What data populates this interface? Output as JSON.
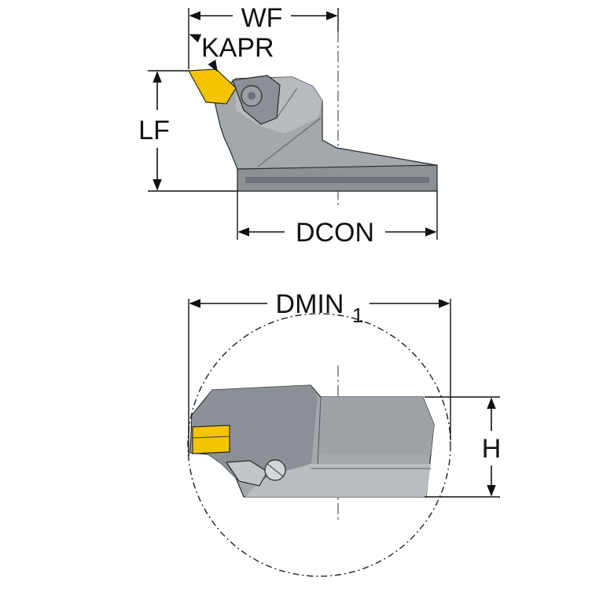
{
  "top_view": {
    "labels": {
      "wf": "WF",
      "kapr": "KAPR",
      "lf": "LF",
      "dcon": "DCON"
    }
  },
  "bottom_view": {
    "labels": {
      "dmin": "DMIN",
      "dmin_sub": "1",
      "h": "H"
    }
  },
  "colors": {
    "body_gray": "#a3a8ad",
    "body_dark": "#7d8388",
    "body_light": "#c4c8cc",
    "insert_yellow": "#f5c400"
  }
}
